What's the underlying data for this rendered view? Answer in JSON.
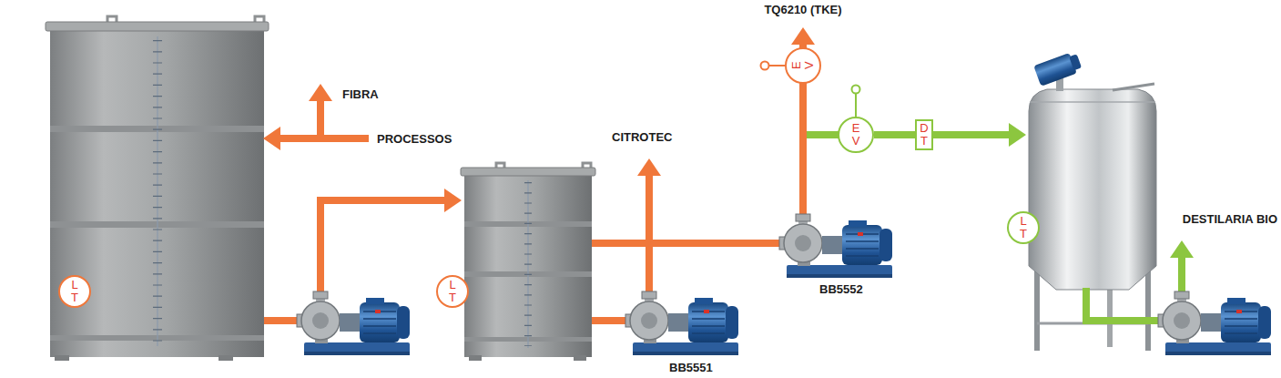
{
  "diagram": {
    "nodes": [
      {
        "text": [
          "L T"
        ]
      },
      {
        "text": [
          "L T"
        ]
      },
      {
        "text": [
          "E V"
        ]
      },
      {
        "text": [
          "E V"
        ]
      },
      {
        "text": [
          "D T"
        ]
      },
      {
        "text": [
          "L T"
        ]
      }
    ],
    "edges": [
      {
        "from": 3,
        "to": 4,
        "arrow": "none"
      }
    ],
    "labels": [
      "FIBRA",
      "PROCESSOS",
      "CITROTEC",
      "TQ6210 (TKE)",
      "BB5551",
      "BB5552",
      "DESTILARIA BIO"
    ]
  }
}
